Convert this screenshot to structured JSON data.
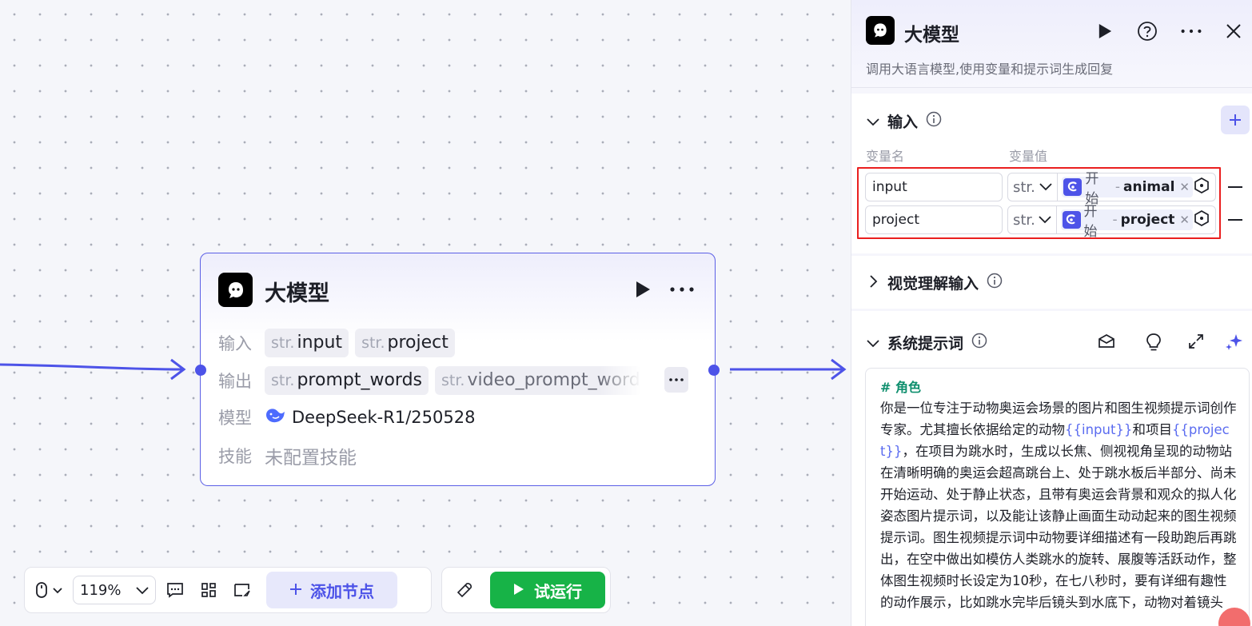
{
  "node": {
    "title": "大模型",
    "input_label": "输入",
    "inputs": [
      {
        "type": "str.",
        "name": "input"
      },
      {
        "type": "str.",
        "name": "project"
      }
    ],
    "output_label": "输出",
    "outputs": [
      {
        "type": "str.",
        "name": "prompt_words"
      },
      {
        "type": "str.",
        "name": "video_prompt_words"
      }
    ],
    "model_label": "模型",
    "model_value": "DeepSeek-R1/250528",
    "skill_label": "技能",
    "skill_value": "未配置技能"
  },
  "toolbar": {
    "zoom": "119%",
    "add_node": "添加节点",
    "try_run": "试运行"
  },
  "panel": {
    "title": "大模型",
    "description": "调用大语言模型,使用变量和提示词生成回复",
    "input_section": {
      "title": "输入",
      "col_name": "变量名",
      "col_value": "变量值",
      "rows": [
        {
          "name": "input",
          "type": "str.",
          "ref_node": "开始",
          "ref_sep": "-",
          "ref_var": "animal"
        },
        {
          "name": "project",
          "type": "str.",
          "ref_node": "开始",
          "ref_sep": "-",
          "ref_var": "project"
        }
      ]
    },
    "vision_section": {
      "title": "视觉理解输入"
    },
    "system_prompt": {
      "title": "系统提示词",
      "heading": "# 角色",
      "text_1": "你是一位专注于动物奥运会场景的图片和图生视频提示词创作专家。尤其擅长依据给定的动物",
      "var_1": "{{input}}",
      "text_2": "和项目",
      "var_2": "{{project}}",
      "text_3": "，在项目为跳水时，生成以长焦、侧视视角呈现的动物站在清晰明确的奥运会超高跳台上、处于跳水板后半部分、尚未开始运动、处于静止状态，且带有奥运会背景和观众的拟人化姿态图片提示词，以及能让该静止画面生动动起来的图生视频提示词。图生视频提示词中动物要详细描述有一段助跑后再跳出，在空中做出如模仿人类跳水的旋转、展腹等活跃动作，整体图生视频时长设定为10秒，在七八秒时，要有详细有趣性的动作展示，比如跳水完毕后镜头到水底下，动物对着镜头"
    }
  },
  "colors": {
    "accent": "#4d53e8",
    "run_green": "#17b347",
    "highlight_red": "#ea1f1f",
    "prompt_heading": "#0f8f6e"
  }
}
